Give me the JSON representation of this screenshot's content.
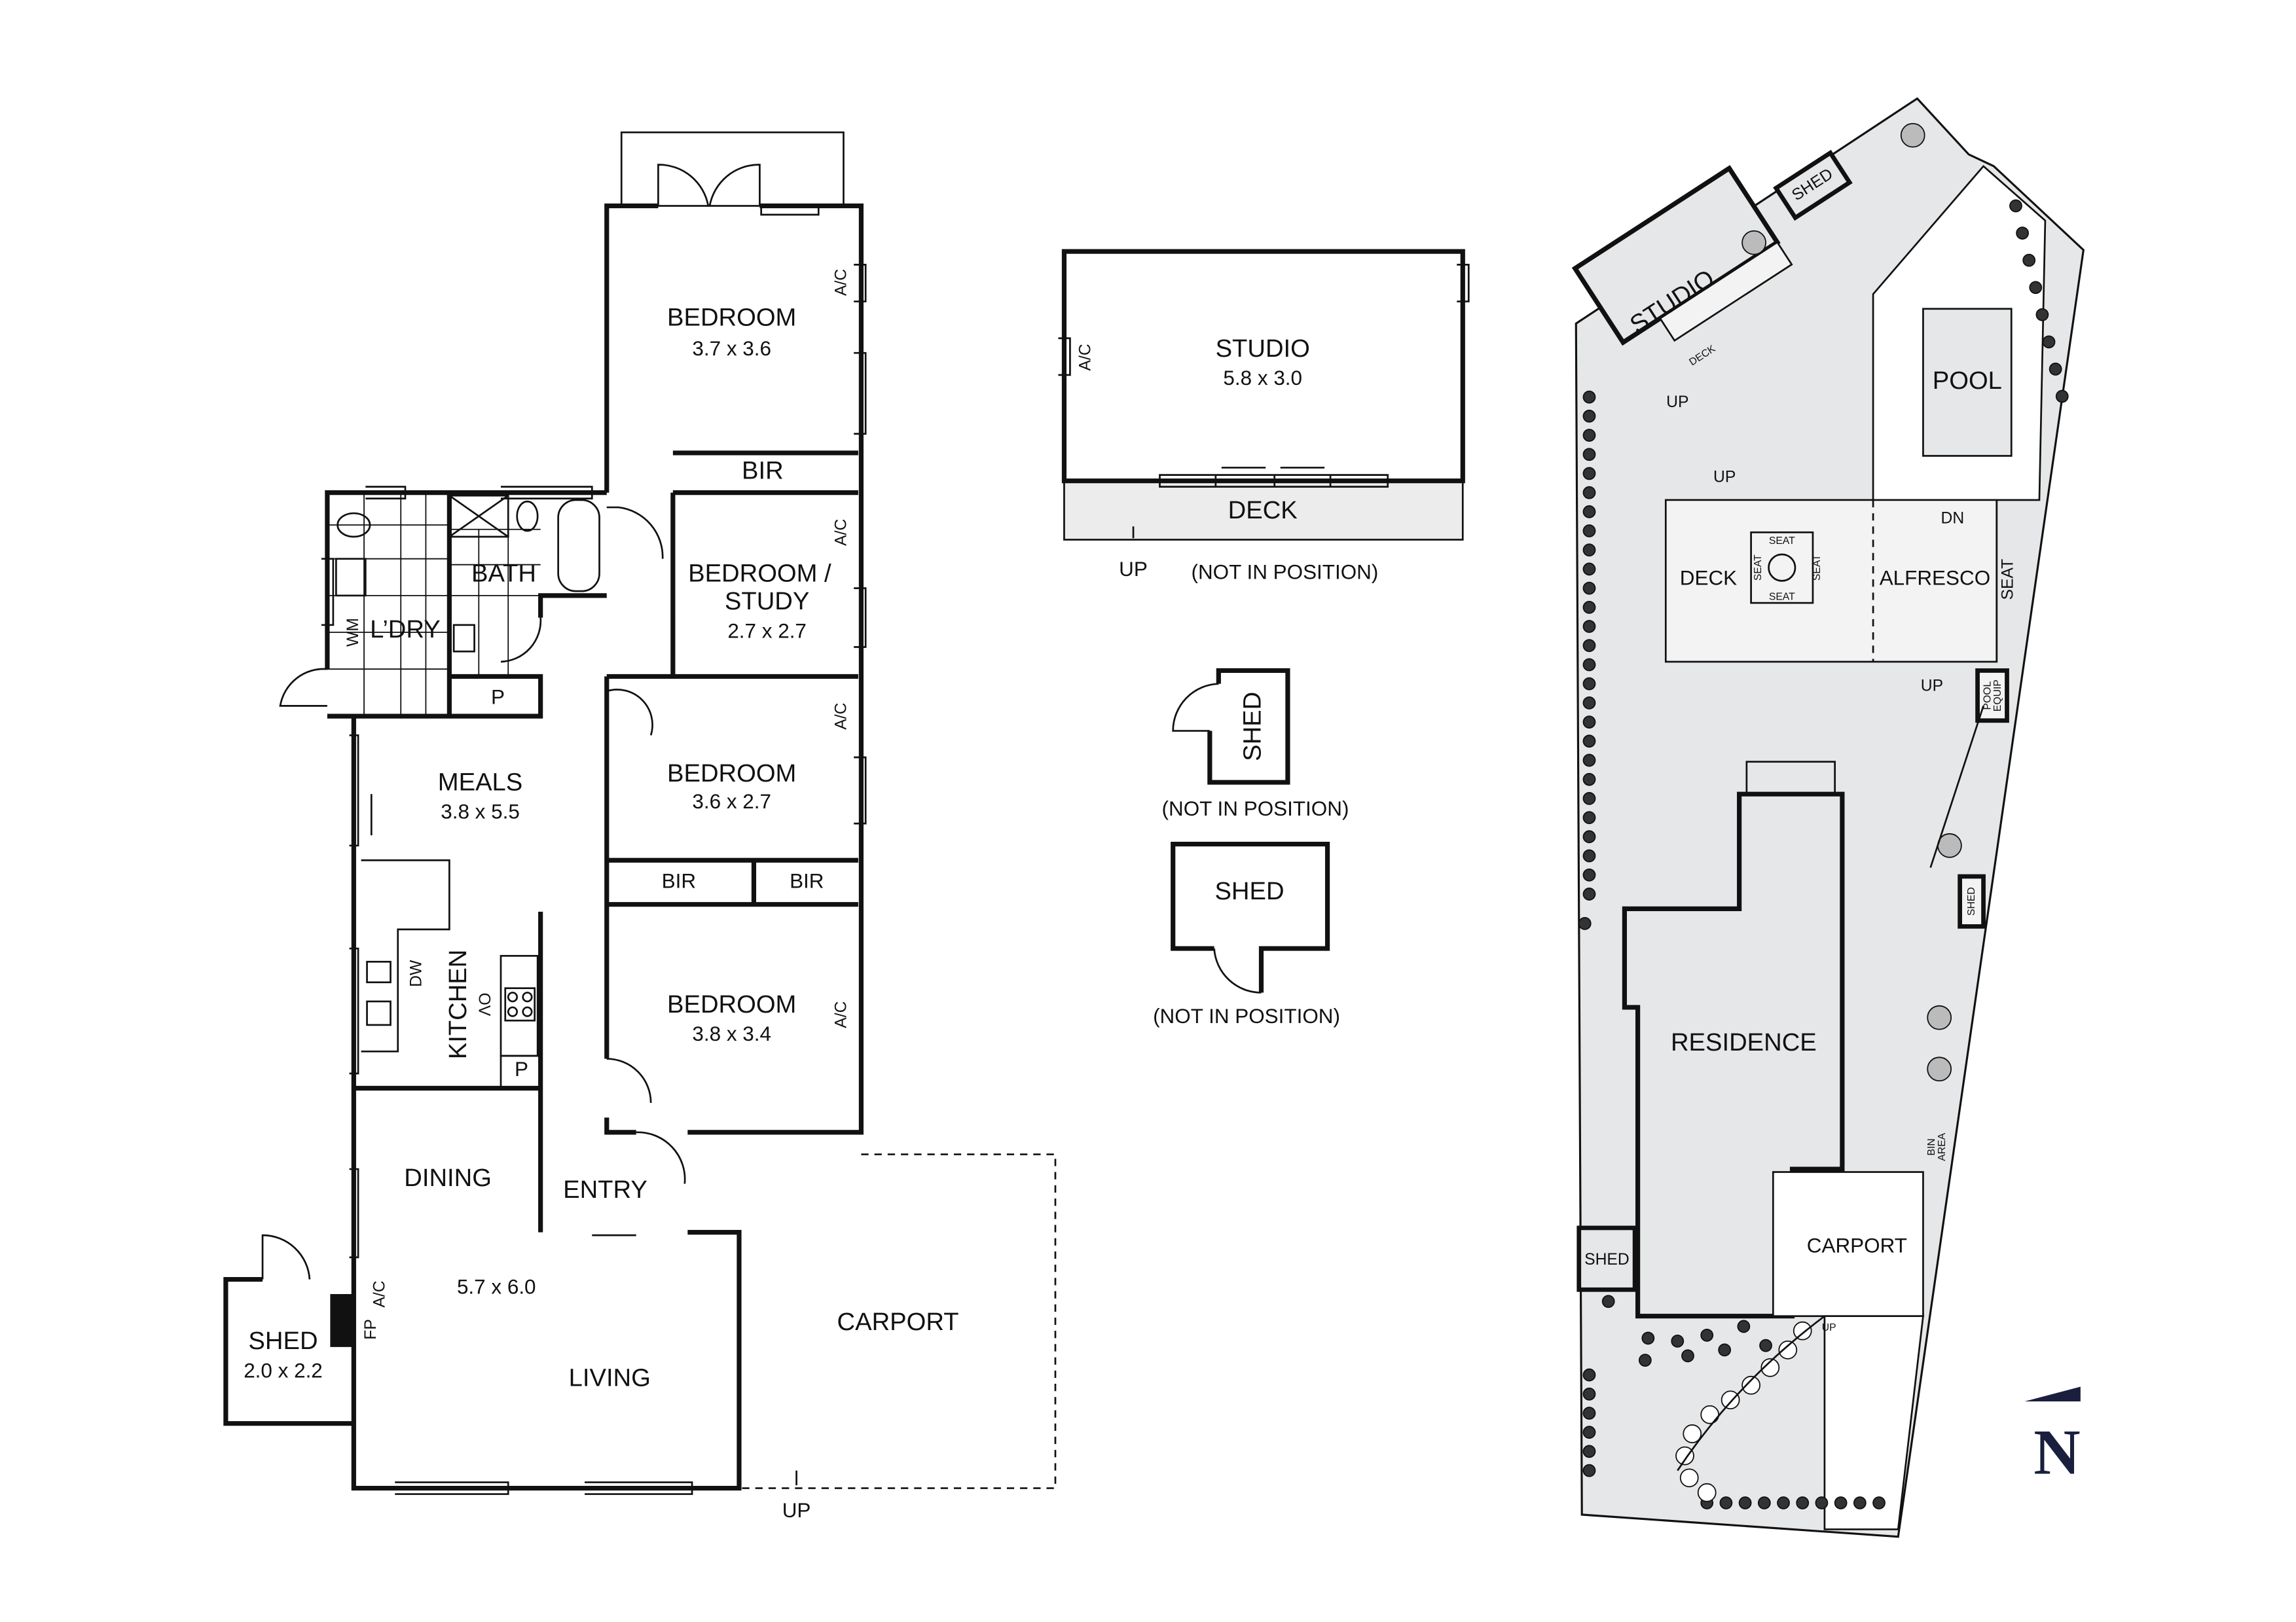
{
  "floor_plan": {
    "rooms": [
      {
        "name": "BEDROOM",
        "size": "3.7 x 3.6"
      },
      {
        "name": "BEDROOM /",
        "name2": "STUDY",
        "size": "2.7 x 2.7"
      },
      {
        "name": "BEDROOM",
        "size": "3.6 x 2.7"
      },
      {
        "name": "BEDROOM",
        "size": "3.8 x 3.4"
      },
      {
        "name": "MEALS",
        "size": "3.8 x 5.5"
      },
      {
        "name": "LIVING",
        "size": "5.7 x 6.0"
      },
      {
        "name": "SHED",
        "size": "2.0 x 2.2"
      }
    ],
    "labels": {
      "bir": "BIR",
      "ac": "A/C",
      "bath": "BATH",
      "laundry": "L’DRY",
      "wm": "WM",
      "pantry": "P",
      "kitchen": "KITCHEN",
      "dw": "DW",
      "ov": "OV",
      "dining": "DINING",
      "entry": "ENTRY",
      "fp": "FP",
      "carport": "CARPORT",
      "up": "UP"
    }
  },
  "studio": {
    "name": "STUDIO",
    "size": "5.8 x 3.0",
    "ac": "A/C",
    "deck": "DECK",
    "up": "UP",
    "note": "(NOT IN POSITION)"
  },
  "sheds": [
    {
      "name": "SHED",
      "note": "(NOT IN POSITION)"
    },
    {
      "name": "SHED",
      "note": "(NOT IN POSITION)"
    }
  ],
  "site_plan": {
    "studio": "STUDIO",
    "studio_deck": "DECK",
    "up": "UP",
    "dn": "DN",
    "shed": "SHED",
    "pool": "POOL",
    "deck": "DECK",
    "alfresco": "ALFRESCO",
    "seat": "SEAT",
    "pool_equip_1": "POOL",
    "pool_equip_2": "EQUIP",
    "residence": "RESIDENCE",
    "carport": "CARPORT",
    "bin_area_1": "BIN",
    "bin_area_2": "AREA"
  },
  "compass": {
    "label": "N",
    "icon": "north-arrow-icon"
  },
  "colors": {
    "ink": "#111111",
    "landscape": "#e6e7e8",
    "deck": "#f3f3f3"
  }
}
